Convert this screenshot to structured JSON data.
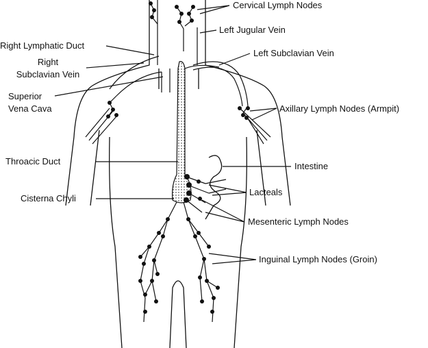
{
  "labels": {
    "cervical": "Cervical Lymph Nodes",
    "left_jugular": "Left Jugular Vein",
    "right_lymphatic_duct": "Right Lymphatic Duct",
    "left_subclavian": "Left Subclavian Vein",
    "right_subclavian_1": "Right",
    "right_subclavian_2": "Subclavian Vein",
    "superior_vena_cava_1": "Superior",
    "superior_vena_cava_2": "Vena Cava",
    "axillary": "Axillary Lymph Nodes (Armpit)",
    "thoracic_duct": "Throacic Duct",
    "intestine": "Intestine",
    "lacteals": "Lacteals",
    "cisterna_chyli": "Cisterna Chyli",
    "mesenteric": "Mesenteric Lymph Nodes",
    "inguinal": "Inguinal Lymph Nodes (Groin)"
  }
}
